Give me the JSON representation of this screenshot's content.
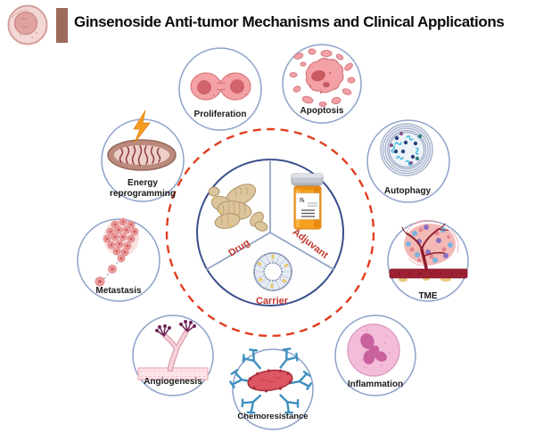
{
  "header": {
    "title": "Ginsenoside Anti-tumor Mechanisms and Clinical Applications"
  },
  "center": {
    "sections": {
      "drug": "Drug",
      "adjuvant": "Adjuvant",
      "carrier": "Carrier"
    },
    "pill_rx": "℞",
    "icons": [
      "ginseng-root-icon",
      "pill-bottle-icon",
      "liposome-icon"
    ]
  },
  "mechanisms": [
    {
      "id": "proliferation",
      "label": "Proliferation",
      "icon": "dividing-cell-icon"
    },
    {
      "id": "apoptosis",
      "label": "Apoptosis",
      "icon": "apoptotic-cell-icon"
    },
    {
      "id": "autophagy",
      "label": "Autophagy",
      "icon": "autophagosome-icon"
    },
    {
      "id": "tme",
      "label": "TME",
      "icon": "tumor-microenvironment-icon"
    },
    {
      "id": "inflammation",
      "label": "Inflammation",
      "icon": "immune-cell-icon"
    },
    {
      "id": "chemoresistance",
      "label": "Chemoresistance",
      "icon": "antibody-bacteria-icon"
    },
    {
      "id": "angiogenesis",
      "label": "Angiogenesis",
      "icon": "vessel-sprouting-icon"
    },
    {
      "id": "metastasis",
      "label": "Metastasis",
      "icon": "migrating-cells-icon"
    },
    {
      "id": "energy-reprogramming",
      "label": "Energy reprogramming",
      "label_line1": "Energy",
      "label_line2": "reprogramming",
      "icon": "mitochondria-icon"
    }
  ],
  "colors": {
    "dashed_ring": "#e23d1e",
    "center_circle_border": "#3a4e8c",
    "outer_circle_border": "#8ea2c8",
    "section_label": "#c23a30",
    "header_bar": "#9c6b5c",
    "pill_bottle_orange": "#f5a01f",
    "cell_pink": "#f3a0a6",
    "vessel_dark_red": "#8e1f2f",
    "antibody_blue": "#3e8fc0",
    "bolt_orange": "#f59d1f"
  }
}
